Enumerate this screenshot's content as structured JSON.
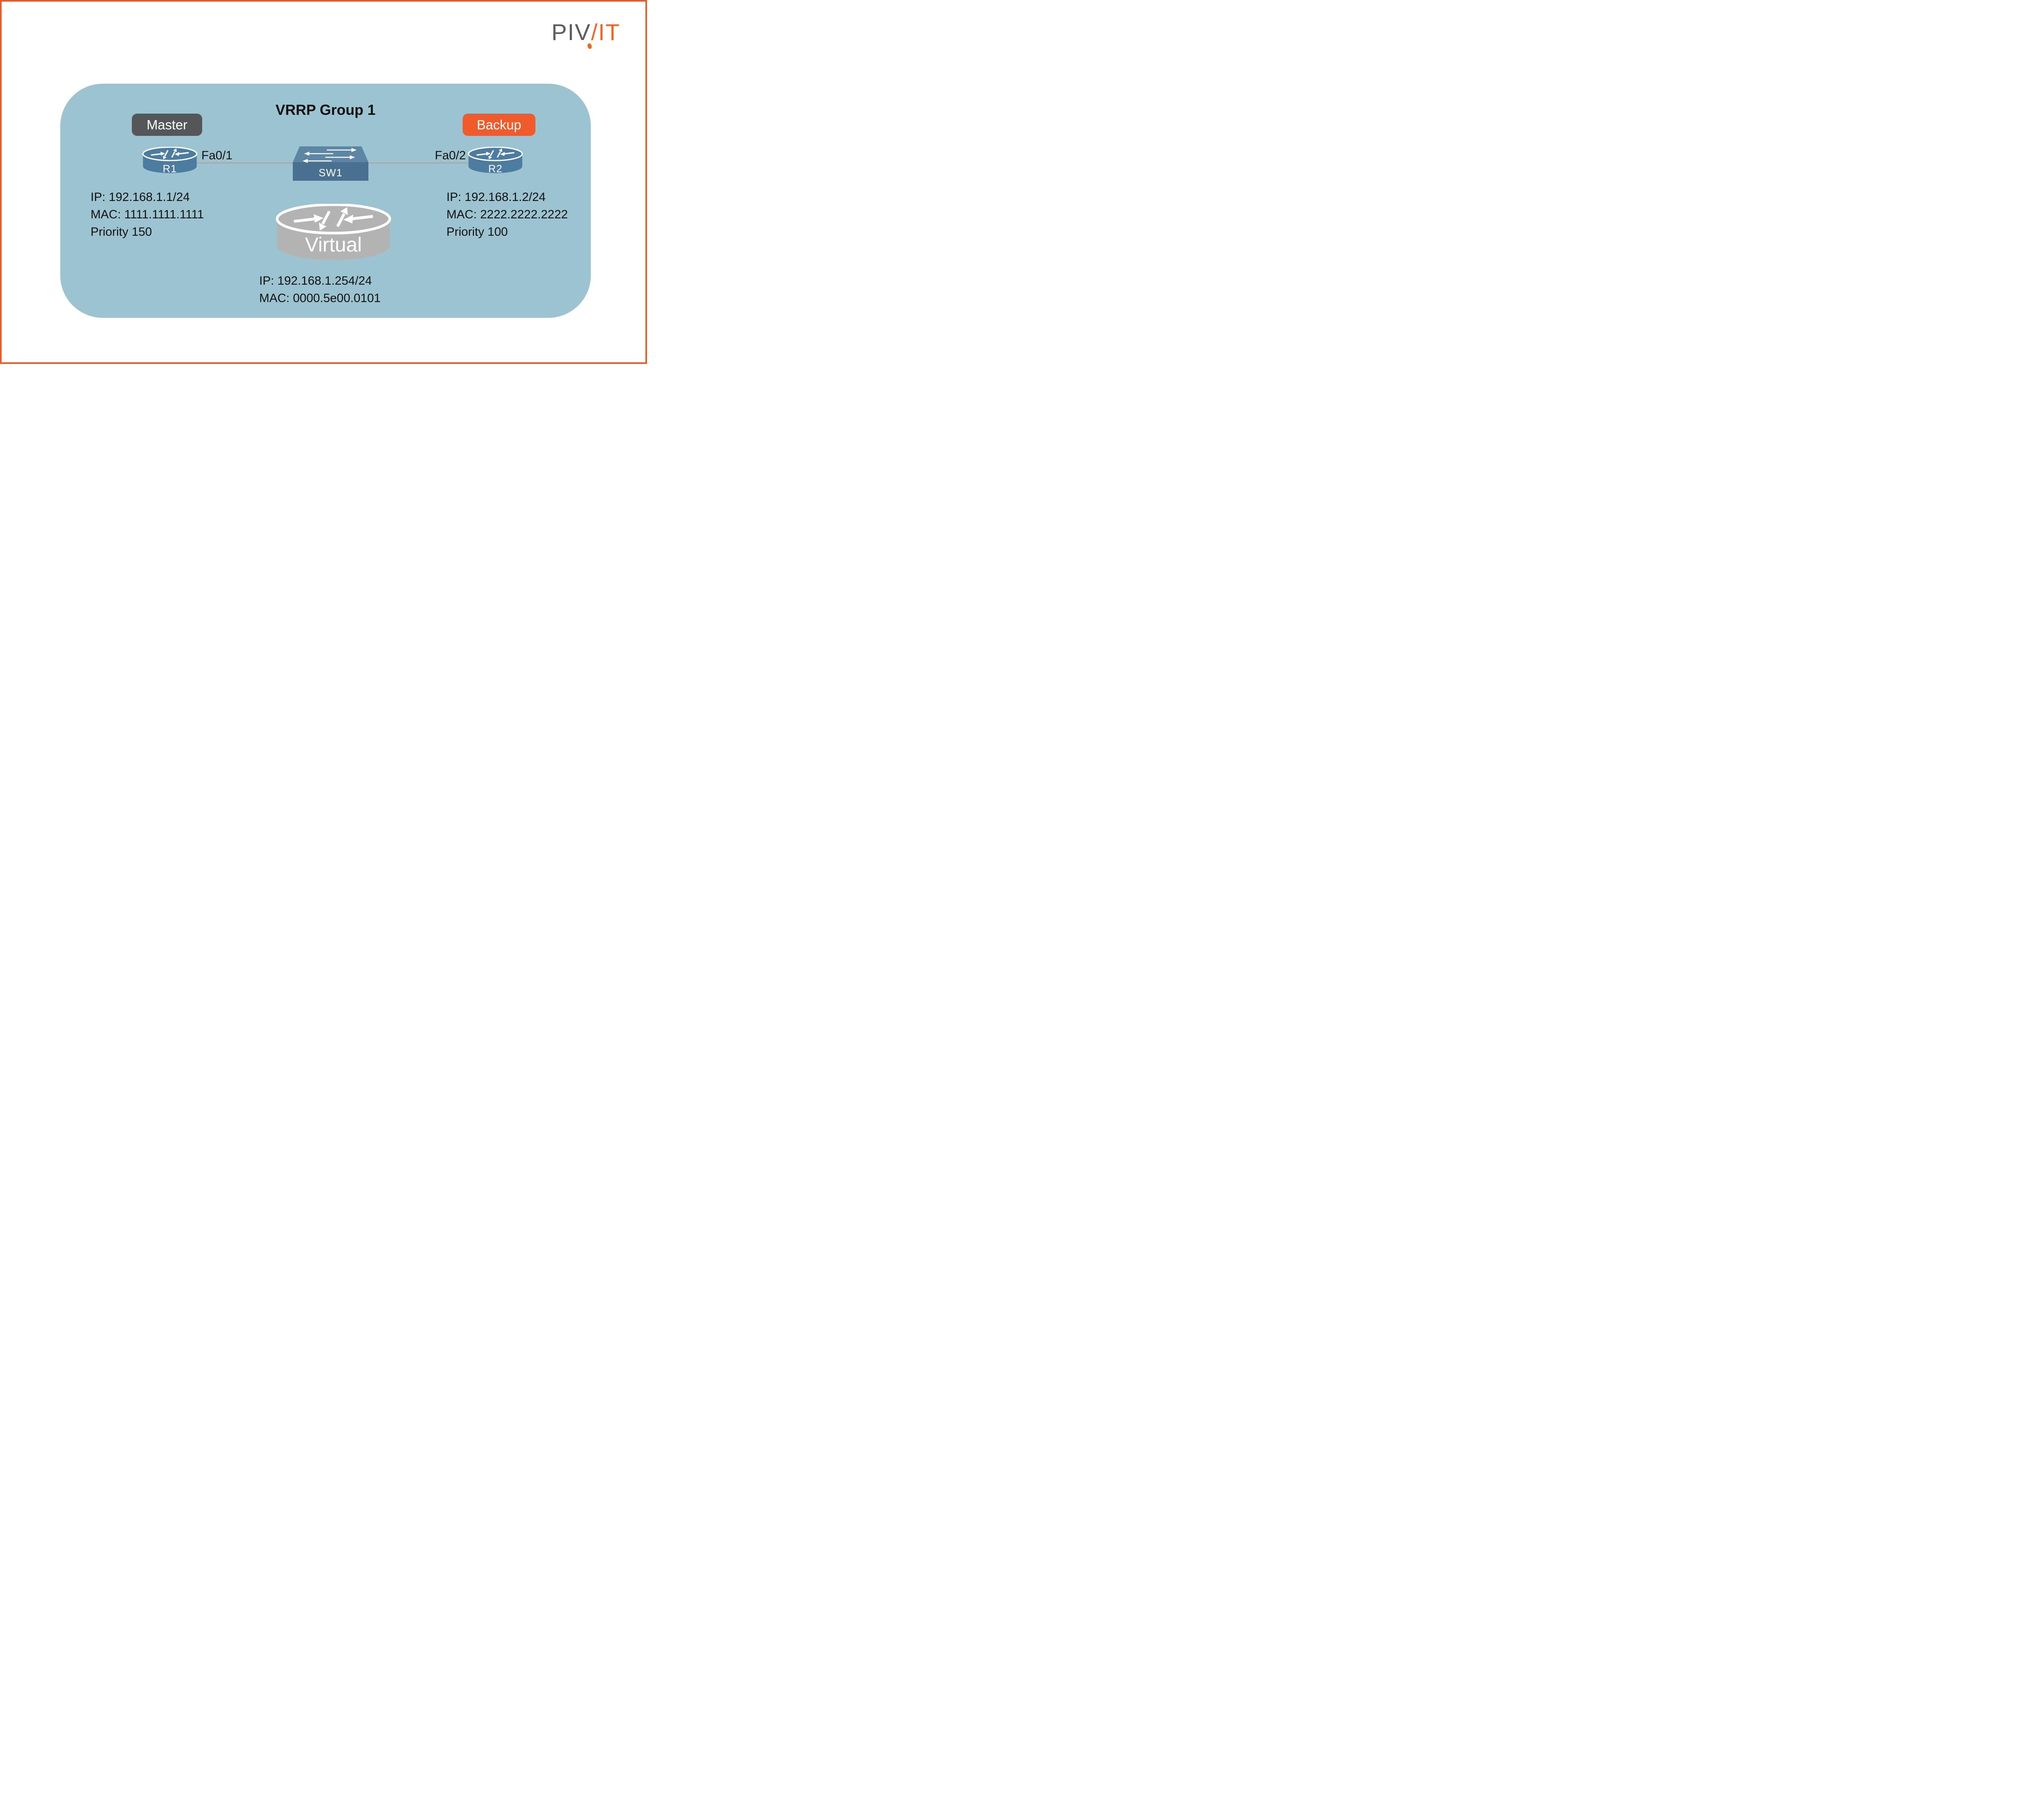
{
  "logo": {
    "gray": "PIV",
    "slash": "/",
    "orange": "IT"
  },
  "diagram": {
    "title": "VRRP Group 1"
  },
  "badges": {
    "master": "Master",
    "backup": "Backup"
  },
  "nodes": {
    "r1": {
      "label": "R1",
      "interface": "Fa0/1",
      "info": [
        "IP: 192.168.1.1/24",
        "MAC: 1111.1111.1111",
        "Priority 150"
      ]
    },
    "r2": {
      "label": "R2",
      "interface": "Fa0/2",
      "info": [
        "IP: 192.168.1.2/24",
        "MAC: 2222.2222.2222",
        "Priority 100"
      ]
    },
    "sw1": {
      "label": "SW1"
    },
    "virtual": {
      "label": "Virtual",
      "info": [
        "IP: 192.168.1.254/24",
        "MAC: 0000.5e00.0101"
      ]
    }
  },
  "colors": {
    "frame_orange": "#EB5B27",
    "panel_blue": "#9BC3D0",
    "router_blue": "#4C7CA0",
    "switch_top": "#5C86A4",
    "switch_front": "#48708F",
    "virtual_gray": "#B3B3B3",
    "master_gray": "#55565A",
    "backup_orange": "#F15B2B",
    "logo_gray": "#5C5C60",
    "logo_orange": "#F26522",
    "line_gray": "#ACACAC",
    "text_dark": "#111111"
  }
}
